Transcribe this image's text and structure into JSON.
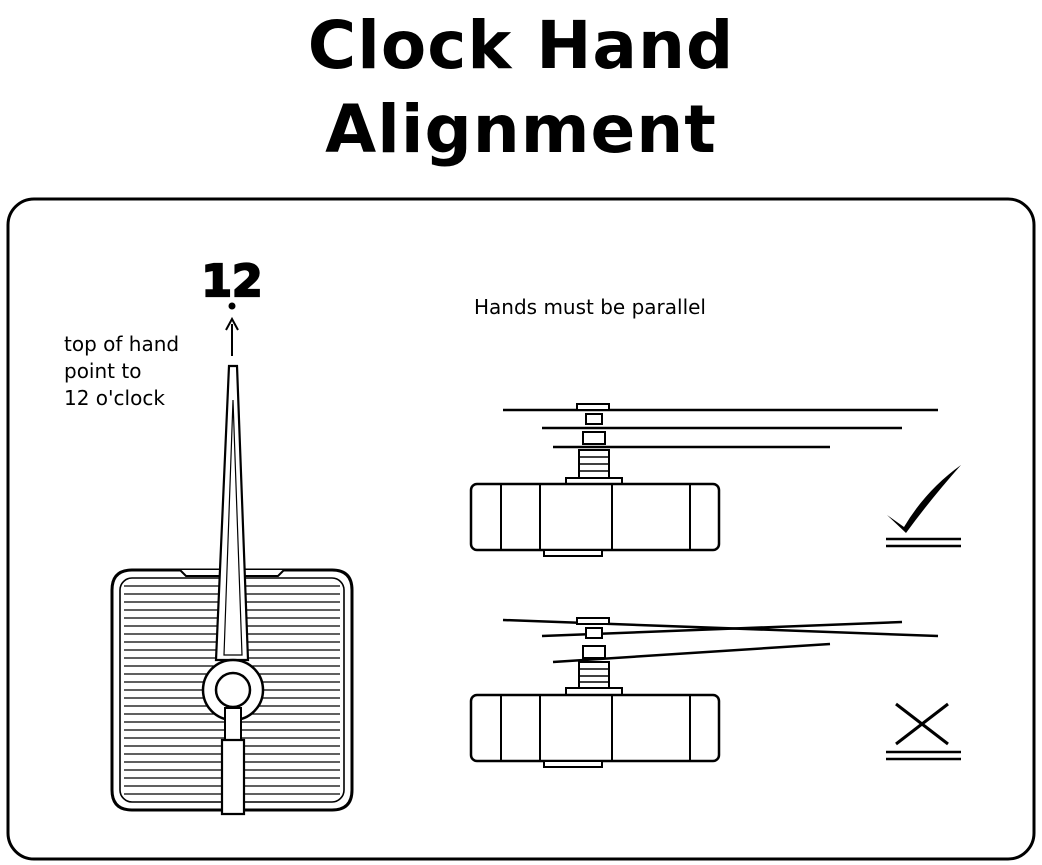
{
  "title": {
    "line1": "Clock Hand",
    "line2": "Alignment"
  },
  "labels": {
    "twelve": "12",
    "top_of_hand_line1": "top of hand",
    "top_of_hand_line2": "point to",
    "top_of_hand_line3": "12 o'clock",
    "parallel_note": "Hands must be parallel"
  },
  "icons": {
    "correct": "check-mark-icon",
    "incorrect": "x-mark-icon"
  }
}
